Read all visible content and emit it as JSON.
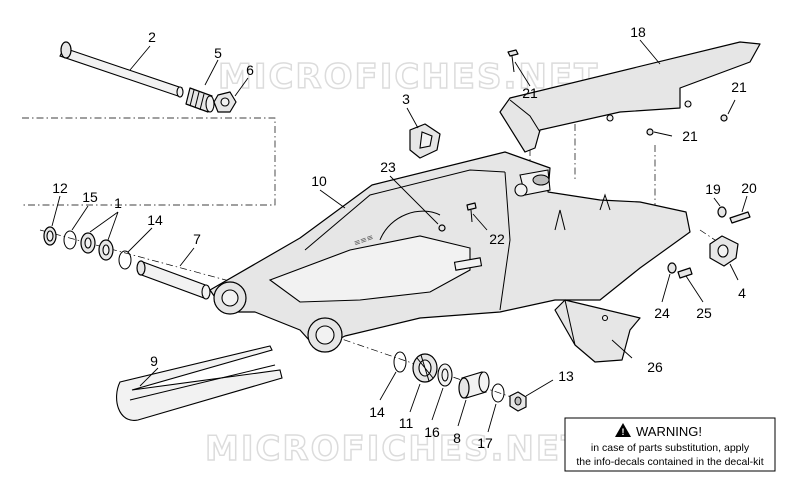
{
  "watermark": "MICROFICHES.NET",
  "warning": {
    "title": "WARNING!",
    "line1": "in case of parts substitution, apply",
    "line2": "the info-decals contained in the decal-kit"
  },
  "labels": {
    "n1": "1",
    "n2": "2",
    "n3": "3",
    "n4": "4",
    "n5": "5",
    "n6": "6",
    "n7": "7",
    "n8": "8",
    "n9": "9",
    "n10": "10",
    "n11": "11",
    "n12": "12",
    "n13": "13",
    "n14a": "14",
    "n14b": "14",
    "n15": "15",
    "n16": "16",
    "n17": "17",
    "n18": "18",
    "n19": "19",
    "n20": "20",
    "n21a": "21",
    "n21b": "21",
    "n21c": "21",
    "n22": "22",
    "n23": "23",
    "n24": "24",
    "n25": "25",
    "n26": "26"
  }
}
